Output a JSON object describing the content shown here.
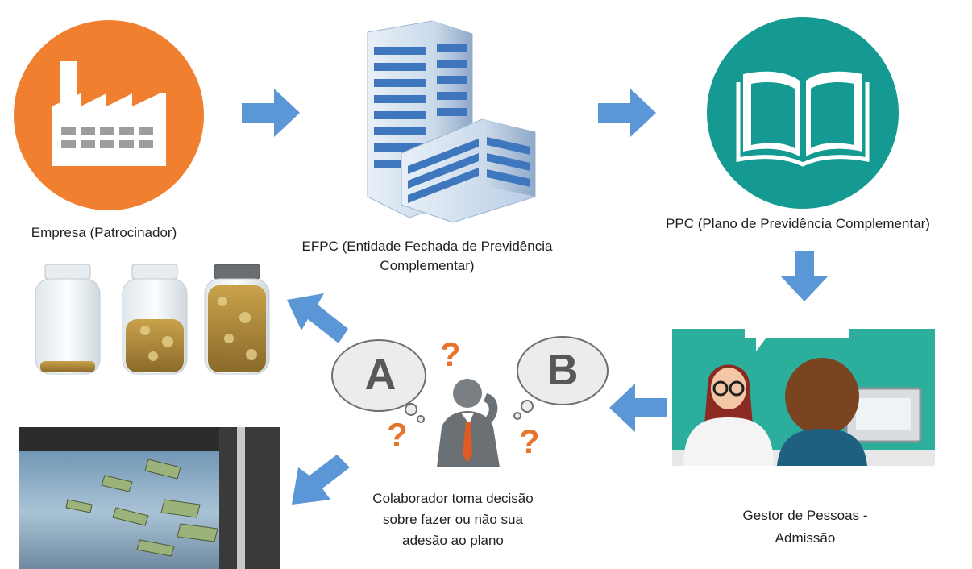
{
  "nodes": {
    "empresa": "Empresa (Patrocinador)",
    "efpc": "EFPC (Entidade Fechada de Previdência Complementar)",
    "ppc": "PPC (Plano de Previdência Complementar)",
    "gestor": "Gestor de Pessoas - Admissão",
    "colaborador": "Colaborador toma decisão sobre fazer ou não sua adesão ao plano"
  },
  "choices": {
    "a": "A",
    "b": "B",
    "question": "?"
  },
  "colors": {
    "factory_circle": "#F07F2F",
    "book_circle": "#149A92",
    "arrow": "#5B96D6",
    "building": "#3F77BE",
    "scene_bg": "#2BAE9B"
  }
}
